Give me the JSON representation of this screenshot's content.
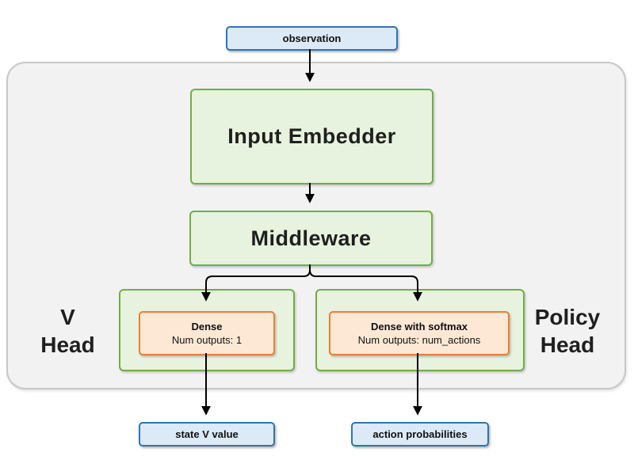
{
  "diagram": {
    "nodes": {
      "observation": {
        "label": "observation"
      },
      "input_embedder": {
        "label": "Input Embedder"
      },
      "middleware": {
        "label": "Middleware"
      },
      "dense_v": {
        "title": "Dense",
        "subtitle": "Num outputs: 1"
      },
      "dense_policy": {
        "title": "Dense with softmax",
        "subtitle": "Num outputs: num_actions"
      },
      "state_v_value": {
        "label": "state V value"
      },
      "action_probabilities": {
        "label": "action probabilities"
      }
    },
    "head_labels": {
      "v": {
        "line1": "V",
        "line2": "Head"
      },
      "policy": {
        "line1": "Policy",
        "line2": "Head"
      }
    },
    "colors": {
      "blue_fill": "#dce9f7",
      "blue_border": "#2e75b6",
      "green_fill": "#e7f3de",
      "green_border": "#70ad47",
      "orange_fill": "#fde8d5",
      "orange_border": "#ed7d31",
      "container_fill": "#f2f2f2",
      "container_border": "#c8c8c8",
      "arrow": "#000000"
    }
  }
}
